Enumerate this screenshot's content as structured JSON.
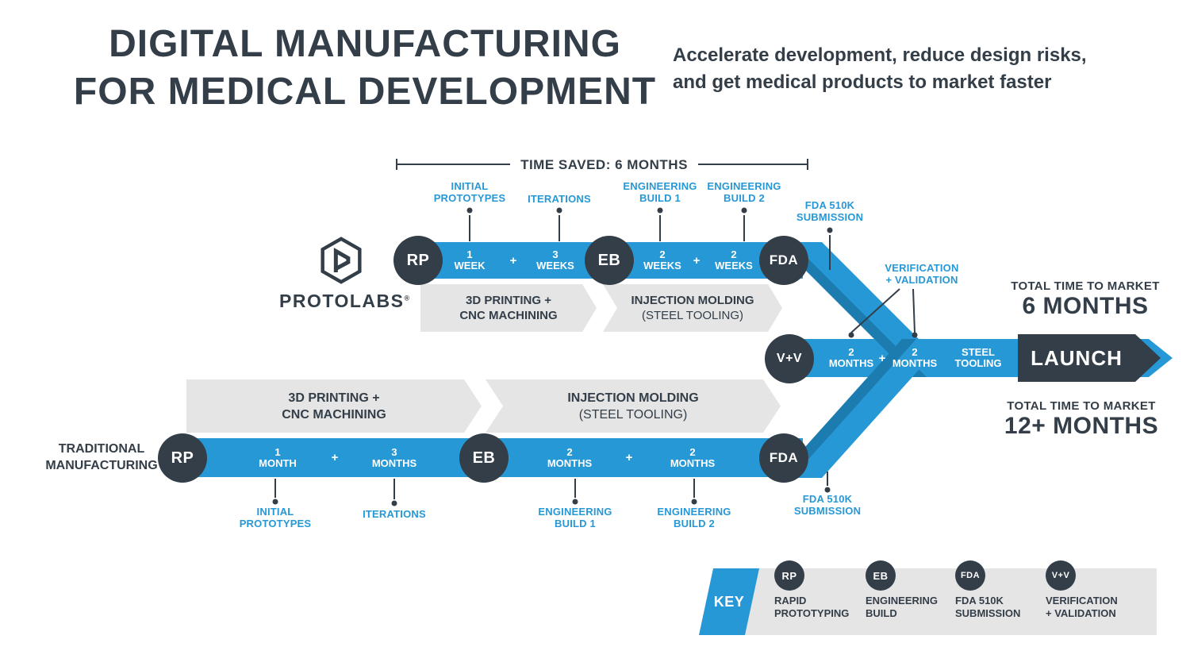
{
  "colors": {
    "blue": "#2798d6",
    "blue_dark": "#1c7cb0",
    "navy": "#333e48",
    "gray": "#e5e5e6"
  },
  "header": {
    "title_line1": "DIGITAL MANUFACTURING",
    "title_line2": "FOR MEDICAL DEVELOPMENT",
    "subtitle_line1": "Accelerate development, reduce design risks,",
    "subtitle_line2": "and get medical products to market faster"
  },
  "brand": {
    "name": "PROTOLABS",
    "reg": "®"
  },
  "bracket": {
    "label": "TIME SAVED: 6 MONTHS"
  },
  "digital": {
    "rp": "RP",
    "eb": "EB",
    "fda": "FDA",
    "seg1_num": "1",
    "seg1_unit": "WEEK",
    "plus1": "+",
    "seg2_num": "3",
    "seg2_unit": "WEEKS",
    "seg3_num": "2",
    "seg3_unit": "WEEKS",
    "plus2": "+",
    "seg4_num": "2",
    "seg4_unit": "WEEKS",
    "box1_line1": "3D PRINTING +",
    "box1_line2": "CNC MACHINING",
    "box2_line1": "INJECTION MOLDING",
    "box2_line2": "(STEEL TOOLING)",
    "callout_initial_line1": "INITIAL",
    "callout_initial_line2": "PROTOTYPES",
    "callout_iterations": "ITERATIONS",
    "callout_eb1_line1": "ENGINEERING",
    "callout_eb1_line2": "BUILD 1",
    "callout_eb2_line1": "ENGINEERING",
    "callout_eb2_line2": "BUILD 2",
    "callout_fda_line1": "FDA 510K",
    "callout_fda_line2": "SUBMISSION"
  },
  "traditional": {
    "label_line1": "TRADITIONAL",
    "label_line2": "MANUFACTURING",
    "rp": "RP",
    "eb": "EB",
    "fda": "FDA",
    "seg1_num": "1",
    "seg1_unit": "MONTH",
    "plus1": "+",
    "seg2_num": "3",
    "seg2_unit": "MONTHS",
    "seg3_num": "2",
    "seg3_unit": "MONTHS",
    "plus2": "+",
    "seg4_num": "2",
    "seg4_unit": "MONTHS",
    "box1_line1": "3D PRINTING +",
    "box1_line2": "CNC MACHINING",
    "box2_line1": "INJECTION MOLDING",
    "box2_line2": "(STEEL TOOLING)",
    "callout_initial_line1": "INITIAL",
    "callout_initial_line2": "PROTOTYPES",
    "callout_iterations": "ITERATIONS",
    "callout_eb1_line1": "ENGINEERING",
    "callout_eb1_line2": "BUILD 1",
    "callout_eb2_line1": "ENGINEERING",
    "callout_eb2_line2": "BUILD 2",
    "callout_fda_line1": "FDA 510K",
    "callout_fda_line2": "SUBMISSION"
  },
  "merge": {
    "vv": "V+V",
    "seg1_num": "2",
    "seg1_unit": "MONTHS",
    "plus": "+",
    "seg2_num": "2",
    "seg2_unit": "MONTHS",
    "steel_line1": "STEEL",
    "steel_line2": "TOOLING",
    "launch": "LAUNCH",
    "callout_vv_line1": "VERIFICATION",
    "callout_vv_line2": "+ VALIDATION"
  },
  "totals": {
    "digital_label": "TOTAL TIME TO MARKET",
    "digital_value": "6 MONTHS",
    "traditional_label": "TOTAL TIME TO MARKET",
    "traditional_value": "12+ MONTHS"
  },
  "key": {
    "label": "KEY",
    "items": [
      {
        "badge": "RP",
        "line1": "RAPID",
        "line2": "PROTOTYPING"
      },
      {
        "badge": "EB",
        "line1": "ENGINEERING",
        "line2": "BUILD"
      },
      {
        "badge": "FDA",
        "line1": "FDA 510K",
        "line2": "SUBMISSION"
      },
      {
        "badge": "V+V",
        "line1": "VERIFICATION",
        "line2": "+ VALIDATION"
      }
    ]
  }
}
